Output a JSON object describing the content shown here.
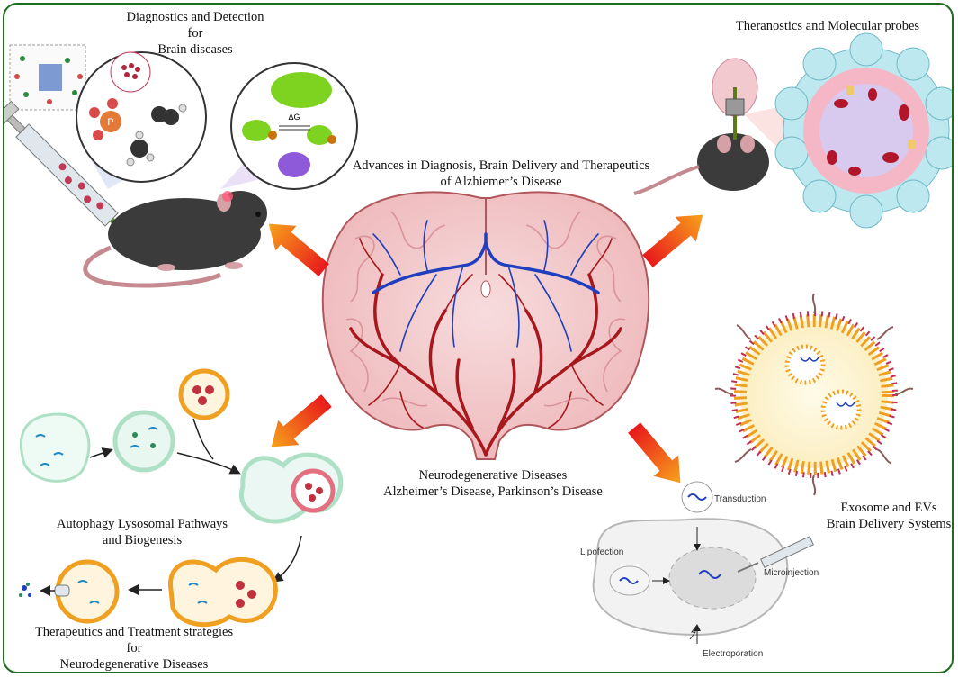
{
  "labels": {
    "diagnostics_l1": "Diagnostics and Detection",
    "diagnostics_l2": "for",
    "diagnostics_l3": "Brain diseases",
    "theranostics": "Theranostics and Molecular probes",
    "title_l1": "Advances in  Diagnosis, Brain Delivery  and Therapeutics",
    "title_l2": "of Alzhiemer’s Disease",
    "neuro_l1": "Neurodegenerative Diseases",
    "neuro_l2": "Alzheimer’s Disease, Parkinson’s Disease",
    "autophagy_l1": "Autophagy Lysosomal Pathways",
    "autophagy_l2": "and Biogenesis",
    "therapeutics_l1": "Therapeutics and Treatment strategies",
    "therapeutics_l2": "for",
    "therapeutics_l3": "Neurodegenerative Diseases",
    "exosome_l1": "Exosome and EVs",
    "exosome_l2": "Brain Delivery Systems",
    "transduction": "Transduction",
    "lipofection": "Lipofection",
    "microinjection": "Microinjection",
    "electroporation": "Electroporation",
    "delta_g": "ΔG"
  },
  "colors": {
    "frame": "#1f6b1f",
    "arrow_start": "#e8191b",
    "arrow_end": "#f7a21b",
    "brain": "#f2c7c9",
    "artery": "#a8171c",
    "vein": "#1f3fbf"
  }
}
